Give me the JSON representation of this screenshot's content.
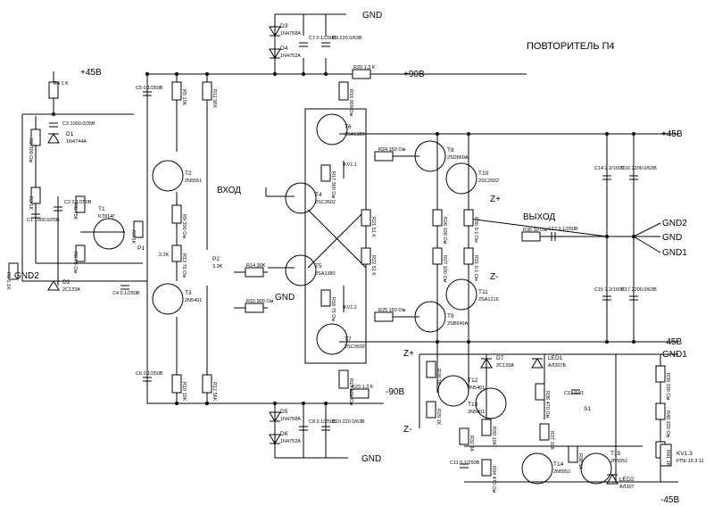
{
  "title": "ПОВТОРИТЕЛЬ П4",
  "rails": {
    "p45_top": "+45В",
    "p90": "+90В",
    "p45_right": "+45В",
    "m45_right": "-45В",
    "m90": "-90В",
    "m45_bottom": "-45В",
    "gnd_top": "GND",
    "gnd_bottom": "GND",
    "gnd_mid": "GND",
    "gnd1_bottom": "GND1"
  },
  "io": {
    "input": "ВХОД",
    "output": "ВЫХОД",
    "gnd2": "GND2",
    "gnd": "GND",
    "gnd1": "GND1",
    "gnd2_left": "GND2",
    "zplus_top": "Z+",
    "zminus_top": "Z-",
    "zplus_bottom": "Z+",
    "zminus_bottom": "Z-"
  },
  "transistors": [
    {
      "ref": "T1",
      "part": "KT814Г"
    },
    {
      "ref": "T2",
      "part": "2N5551"
    },
    {
      "ref": "T3",
      "part": "2N5401"
    },
    {
      "ref": "T4",
      "part": "2SC3502"
    },
    {
      "ref": "T5",
      "part": "2SA1380"
    },
    {
      "ref": "T6",
      "part": "2SA1380"
    },
    {
      "ref": "T7",
      "part": "2SC3502"
    },
    {
      "ref": "T8",
      "part": "2SD669A"
    },
    {
      "ref": "T9",
      "part": "2SB649A"
    },
    {
      "ref": "T10",
      "part": "2SC2922"
    },
    {
      "ref": "T11",
      "part": "2SA1216"
    },
    {
      "ref": "T12",
      "part": "2N5401"
    },
    {
      "ref": "T13",
      "part": "2N5401"
    },
    {
      "ref": "T14",
      "part": "2N5551"
    },
    {
      "ref": "T15",
      "part": "2N5551"
    }
  ],
  "diodes": [
    {
      "ref": "D1",
      "part": "1N4744A"
    },
    {
      "ref": "D2",
      "part": "2C133A"
    },
    {
      "ref": "D3",
      "part": "1N4758A"
    },
    {
      "ref": "D4",
      "part": "1N4752A"
    },
    {
      "ref": "D5",
      "part": "1N4758A"
    },
    {
      "ref": "D6",
      "part": "1N4752A"
    },
    {
      "ref": "D7",
      "part": "2C133A"
    },
    {
      "ref": "LED1",
      "part": "АЛ307Б"
    },
    {
      "ref": "LED2",
      "part": "АЛ307"
    }
  ],
  "resistors": [
    {
      "ref": "R1",
      "value": "1.1K"
    },
    {
      "ref": "R2",
      "value": "300 Ом"
    },
    {
      "ref": "R3",
      "value": "1K"
    },
    {
      "ref": "R4",
      "value": "1 K"
    },
    {
      "ref": "R5",
      "value": "10K"
    },
    {
      "ref": "R6",
      "value": "75 Ом"
    },
    {
      "ref": "R7",
      "value": "1K"
    },
    {
      "ref": "R8",
      "value": "75K"
    },
    {
      "ref": "R9",
      "value": "300 Ом"
    },
    {
      "ref": "R10",
      "value": "10K"
    },
    {
      "ref": "R11",
      "value": "56K"
    },
    {
      "ref": "R12",
      "value": "56K"
    },
    {
      "ref": "R13",
      "value": "75 Ом"
    },
    {
      "ref": "R14",
      "value": "30K"
    },
    {
      "ref": "R15",
      "value": "909 Ом"
    },
    {
      "ref": "R16",
      "value": "909 Ом"
    },
    {
      "ref": "R17",
      "value": "300 Ом"
    },
    {
      "ref": "R18",
      "value": "75 Ом"
    },
    {
      "ref": "R19",
      "value": "909 Ом"
    },
    {
      "ref": "R20",
      "value": "1.3 K"
    },
    {
      "ref": "R21",
      "value": "51 K"
    },
    {
      "ref": "R22",
      "value": "51 K"
    },
    {
      "ref": "R23",
      "value": "1.3 K"
    },
    {
      "ref": "R24",
      "value": "150 Ом"
    },
    {
      "ref": "R25",
      "value": "150 Ом"
    },
    {
      "ref": "R26",
      "value": "100 Ом"
    },
    {
      "ref": "R27",
      "value": "100 Ом"
    },
    {
      "ref": "R28",
      "value": "1K"
    },
    {
      "ref": "R29",
      "value": "1K"
    },
    {
      "ref": "R30",
      "value": "0.1 Ом"
    },
    {
      "ref": "R31",
      "value": "0.1 Ом"
    },
    {
      "ref": "R32",
      "value": "1K"
    },
    {
      "ref": "R33",
      "value": "10K"
    },
    {
      "ref": "R34",
      "value": "470 Ом"
    },
    {
      "ref": "R35",
      "value": "10 Ом"
    },
    {
      "ref": "R36",
      "value": "470 Ом"
    },
    {
      "ref": "R37",
      "value": "10K"
    },
    {
      "ref": "R38",
      "value": "1K"
    },
    {
      "ref": "R39",
      "value": "330 Ом"
    },
    {
      "ref": "R40",
      "value": "330 Ом"
    },
    {
      "ref": "R41",
      "value": "1K"
    }
  ],
  "capacitors": [
    {
      "ref": "C1",
      "value": "1000.0/25В"
    },
    {
      "ref": "C2",
      "value": "0.1/250В"
    },
    {
      "ref": "C3",
      "value": "1000.0/35В"
    },
    {
      "ref": "C4",
      "value": "0.1/250В"
    },
    {
      "ref": "C5",
      "value": "0.1/250В"
    },
    {
      "ref": "C6",
      "value": "0.1/250В"
    },
    {
      "ref": "C7",
      "value": "0.1/250В"
    },
    {
      "ref": "C8",
      "value": "0.1/250В"
    },
    {
      "ref": "C9",
      "value": "220.0/63В"
    },
    {
      "ref": "C10",
      "value": "220.0/63В"
    },
    {
      "ref": "C11",
      "value": "0.1/250В"
    },
    {
      "ref": "C12",
      "value": "0.1/250В"
    },
    {
      "ref": "C13",
      "value": "0.01"
    },
    {
      "ref": "C14",
      "value": "2.2/160В"
    },
    {
      "ref": "C15",
      "value": "2.2/160В"
    },
    {
      "ref": "C16",
      "value": "2200.0/63В"
    },
    {
      "ref": "C17",
      "value": "2200.0/63В"
    }
  ],
  "misc": {
    "p1": {
      "ref": "P1",
      "value": "2.2K"
    },
    "p2": {
      "ref": "P2",
      "value": "3.3K"
    },
    "s1": "S1",
    "kv1": {
      "ref": "KV1.3",
      "part": "РПК-15 3 11"
    },
    "kv11": "KV1.1",
    "kv12": "KV1.2"
  }
}
